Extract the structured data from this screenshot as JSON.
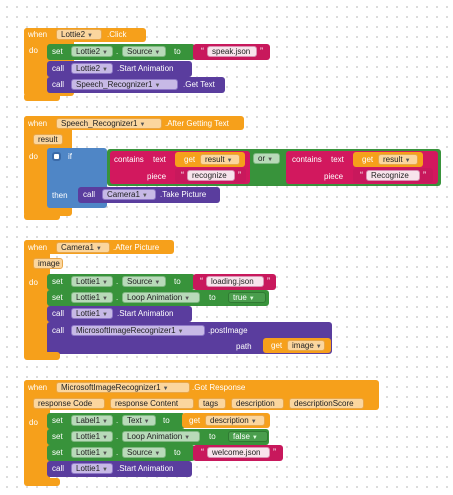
{
  "kw": {
    "when": "when",
    "do": "do",
    "set": "set",
    "call": "call",
    "to": "to",
    "if": "if",
    "then": "then",
    "get": "get",
    "or": "or",
    "contains": "contains",
    "text": "text",
    "piece": "piece",
    "path": "path"
  },
  "block1": {
    "component": "Lottie2",
    "event": ".Click",
    "rows": [
      {
        "comp": "Lottie2",
        "prop": "Source",
        "value": "speak.json"
      },
      {
        "comp": "Lottie2",
        "method": ".Start Animation"
      },
      {
        "comp": "Speech_Recognizer1",
        "method": ".Get Text"
      }
    ]
  },
  "block2": {
    "component": "Speech_Recognizer1",
    "event": ".After Getting Text",
    "param": "result",
    "cond1": {
      "var": "result",
      "piece": "recognize"
    },
    "cond2": {
      "var": "result",
      "piece": "Recognize"
    },
    "then_call": {
      "comp": "Camera1",
      "method": ".Take Picture"
    }
  },
  "block3": {
    "component": "Camera1",
    "event": ".After Picture",
    "param": "image",
    "rows": [
      {
        "comp": "Lottie1",
        "prop": "Source",
        "value": "loading.json"
      },
      {
        "comp": "Lottie1",
        "prop": "Loop Animation",
        "value": "true"
      },
      {
        "comp": "Lottie1",
        "method": ".Start Animation"
      },
      {
        "comp": "MicrosoftImageRecognizer1",
        "method": ".postImage",
        "path_var": "image"
      }
    ]
  },
  "block4": {
    "component": "MicrosoftImageRecognizer1",
    "event": ".Got Response",
    "params": [
      "response Code",
      "response Content",
      "tags",
      "description",
      "descriptionScore"
    ],
    "rows": [
      {
        "comp": "Label1",
        "prop": "Text",
        "var": "description"
      },
      {
        "comp": "Lottie1",
        "prop": "Loop Animation",
        "value": "false"
      },
      {
        "comp": "Lottie1",
        "prop": "Source",
        "value": "welcome.json"
      },
      {
        "comp": "Lottie1",
        "method": ".Start Animation"
      }
    ]
  }
}
